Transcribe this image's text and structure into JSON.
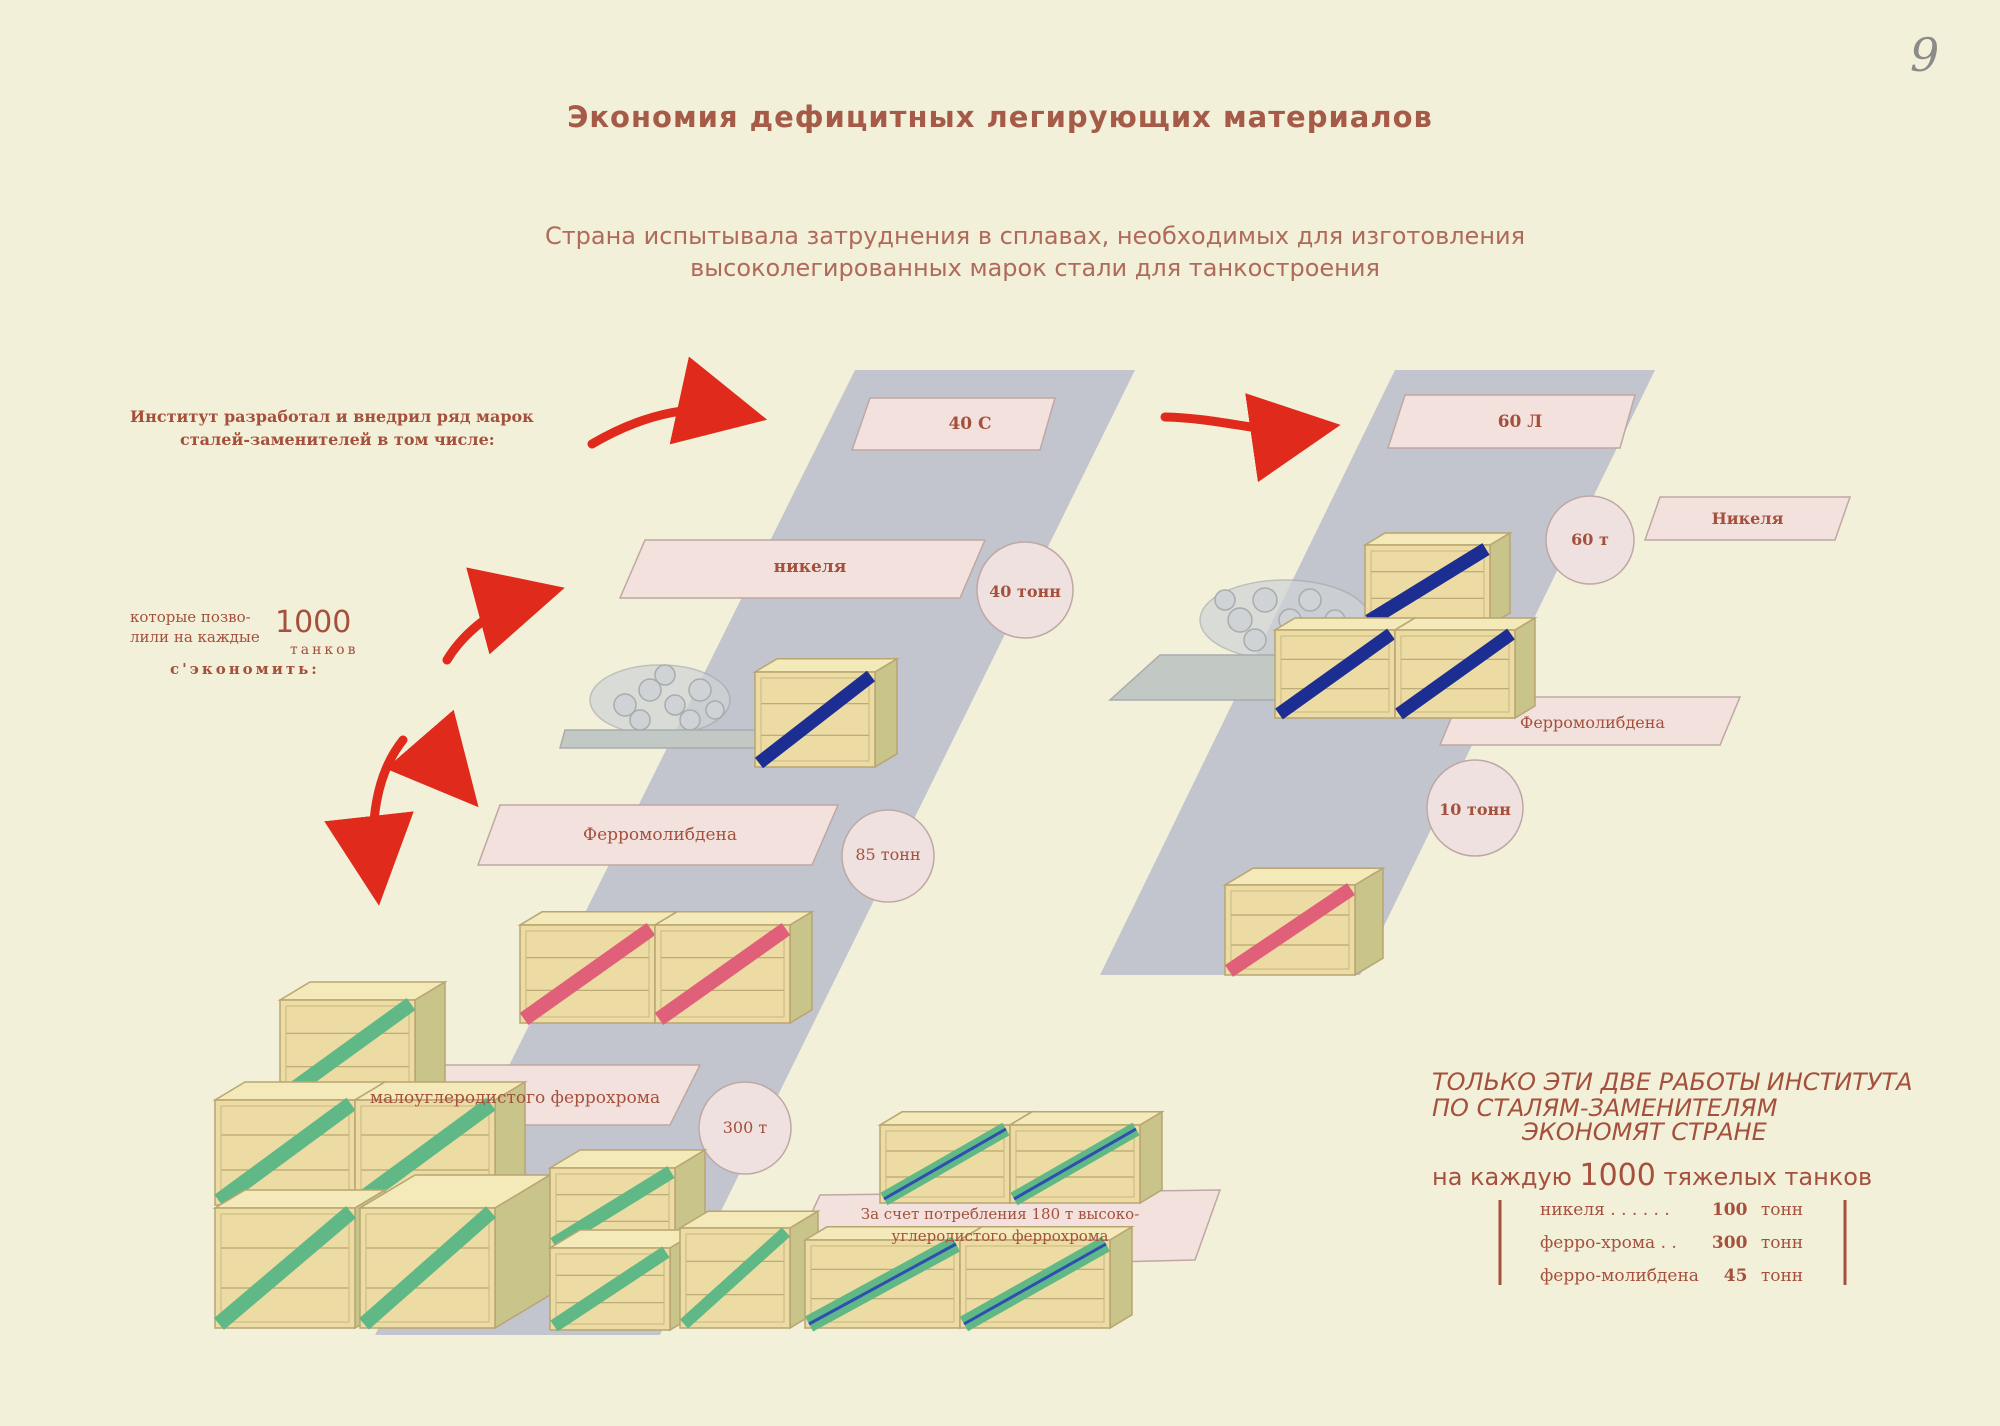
{
  "page_number": "9",
  "title": "Экономия дефицитных легирующих материалов",
  "subtitle": {
    "line1": "Страна испытывала затруднения в сплавах, необходимых для изготовления",
    "line2": "высоколегированных марок стали для танкостроения"
  },
  "intro": {
    "line1": "Институт разработал и внедрил ряд марок",
    "line2": "сталей-заменителей в том числе:"
  },
  "tanks_note": {
    "line1": "которые позво-",
    "line2": "лили на каждые",
    "number": "1000",
    "line3": "танков",
    "line4": "с'экономить:"
  },
  "left_column": {
    "grade": "40 С",
    "nickel_label": "никеля",
    "nickel_amount": "40 тонн",
    "ferromolybdenum_label": "Ферромолибдена",
    "ferromolybdenum_amount": "85 тонн",
    "ferrochrome_label": "малоуглеродистого феррохрома",
    "ferrochrome_amount": "300 т",
    "note_line1": "За счет потребления 180 т высоко-",
    "note_line2": "углеродистого феррохрома"
  },
  "right_column": {
    "grade": "60 Л",
    "nickel_label": "Никеля",
    "nickel_amount": "60 т",
    "ferromolybdenum_label": "Ферромолибдена",
    "ferromolybdenum_amount": "10 тонн"
  },
  "summary": {
    "line1": "Только эти две работы института",
    "line2": "по сталям-заменителям",
    "line3": "экономят стране",
    "line4_prefix": "на каждую",
    "line4_number": "1000",
    "line4_suffix": "тяжелых танков",
    "items": [
      {
        "label": "никеля . . . . . .",
        "value": "100",
        "unit": "тонн"
      },
      {
        "label": "ферро-хрома . .",
        "value": "300",
        "unit": "тонн"
      },
      {
        "label": "ферро-молибдена",
        "value": "45",
        "unit": "тонн"
      }
    ]
  },
  "colors": {
    "paper": "#f3f0da",
    "lane": "#b9bccb",
    "crate": "#ecdca4",
    "nickel_strap": "#1d2e92",
    "molybdenum_strap": "#e0607a",
    "chrome_strap": "#5fb886",
    "label_box": "#f2e1dd",
    "arrow": "#e02a1c",
    "text": "#9a4a38"
  }
}
